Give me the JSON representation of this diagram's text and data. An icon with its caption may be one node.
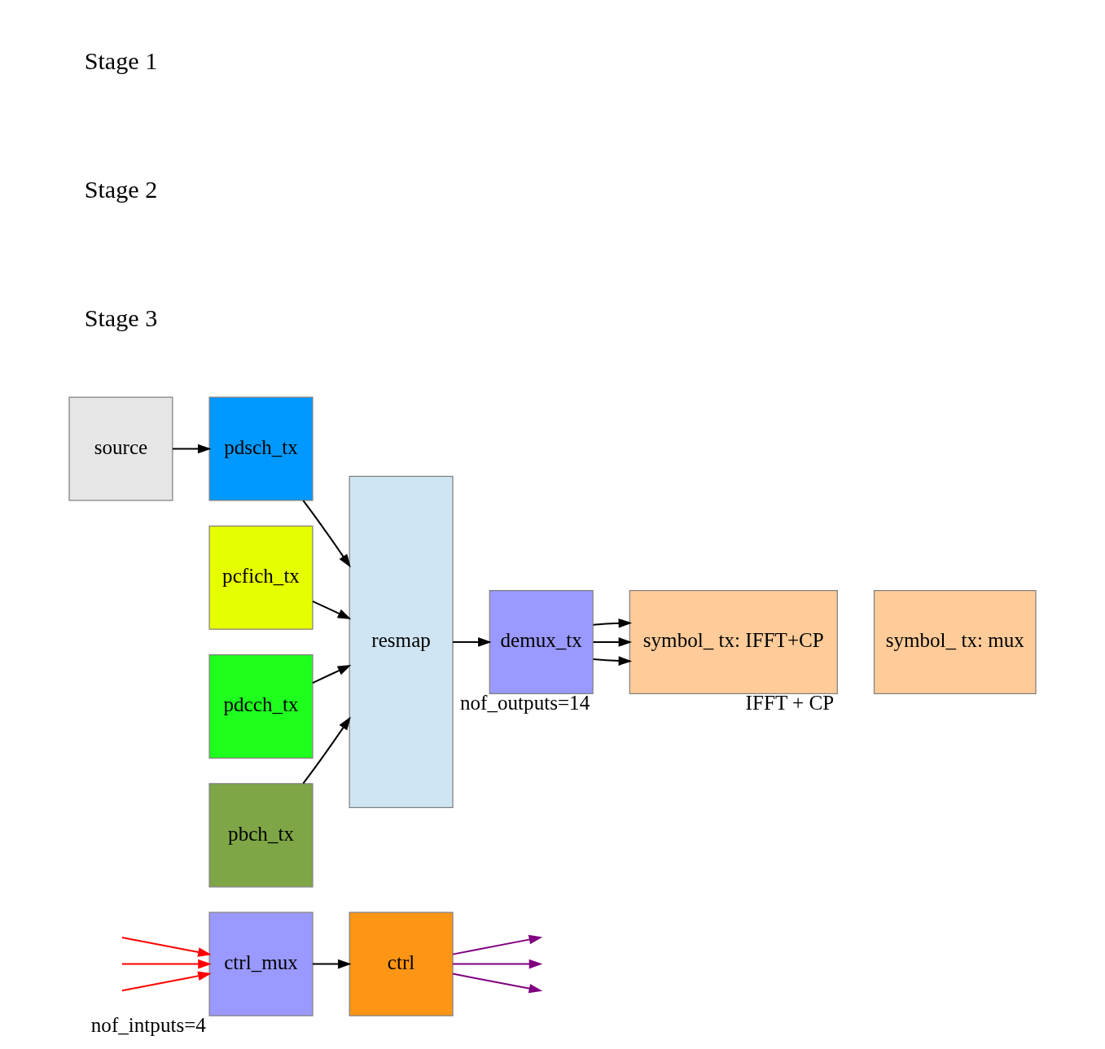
{
  "diagram": {
    "nodes": [
      {
        "text": [
          "ctrl_mux"
        ],
        "beside": [
          "nof_intputs=4"
        ]
      },
      {
        "text": [
          "ctrl"
        ]
      },
      {
        "text": [
          "source"
        ]
      },
      {
        "text": [
          "pdsch_tx"
        ]
      },
      {
        "text": [
          "pcfich_tx"
        ]
      },
      {
        "text": [
          "pdcch_tx"
        ]
      },
      {
        "text": [
          "pbch_tx"
        ]
      },
      {
        "text": [
          "resmap"
        ]
      },
      {
        "text": [
          "demux_tx"
        ],
        "beside": [
          "nof_outputs=14"
        ]
      },
      {
        "text": [
          "symbol_ tx: IFFT+CP"
        ],
        "beside": [
          "IFFT + CP"
        ]
      },
      {
        "text": [
          "symbol_ tx: mux"
        ]
      }
    ],
    "edges": [
      {
        "from": null,
        "to": 0,
        "arrow": "to",
        "color": "#ff0000"
      },
      {
        "from": null,
        "to": 0,
        "arrow": "to",
        "color": "#ff0000"
      },
      {
        "from": null,
        "to": 0,
        "arrow": "to",
        "color": "#ff0000"
      },
      {
        "from": 0,
        "to": 1,
        "arrow": "to"
      },
      {
        "from": 1,
        "to": null,
        "arrow": "to",
        "color": "#800080"
      },
      {
        "from": 1,
        "to": null,
        "arrow": "to",
        "color": "#800080"
      },
      {
        "from": 1,
        "to": null,
        "arrow": "to",
        "color": "#800080"
      },
      {
        "from": 2,
        "to": 3,
        "arrow": "to"
      },
      {
        "from": 3,
        "to": 7,
        "arrow": "to"
      },
      {
        "from": 4,
        "to": 7,
        "arrow": "to"
      },
      {
        "from": 5,
        "to": 7,
        "arrow": "to"
      },
      {
        "from": 6,
        "to": 7,
        "arrow": "to"
      },
      {
        "from": 7,
        "to": 8,
        "arrow": "to"
      },
      {
        "from": 8,
        "to": 9,
        "arrow": "to"
      },
      {
        "from": 8,
        "to": 9,
        "arrow": "to"
      },
      {
        "from": 8,
        "to": 9,
        "arrow": "to"
      }
    ],
    "labels": [
      "Stage 1",
      "Stage 2",
      "Stage 3"
    ]
  }
}
